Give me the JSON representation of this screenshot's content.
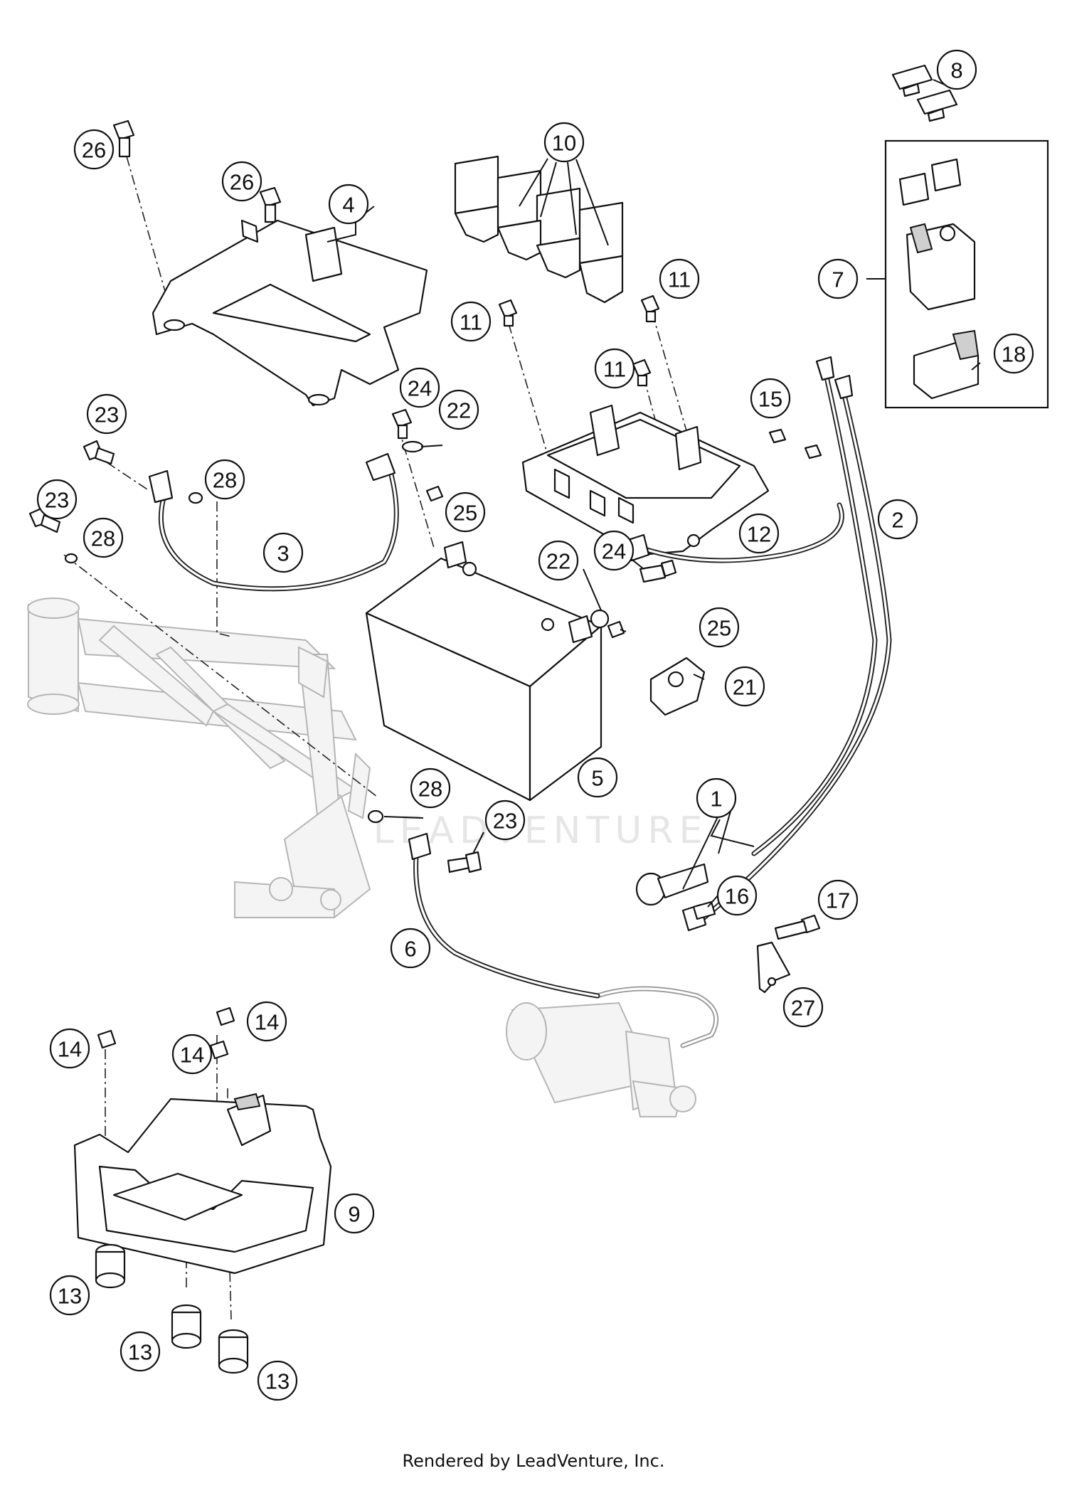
{
  "watermark": "LEADVENTURE",
  "footer": "Rendered by LeadVenture, Inc.",
  "callouts": [
    {
      "id": "c8",
      "label": "8"
    },
    {
      "id": "c10",
      "label": "10"
    },
    {
      "id": "c26a",
      "label": "26"
    },
    {
      "id": "c26b",
      "label": "26"
    },
    {
      "id": "c4",
      "label": "4"
    },
    {
      "id": "c7",
      "label": "7"
    },
    {
      "id": "c11a",
      "label": "11"
    },
    {
      "id": "c11b",
      "label": "11"
    },
    {
      "id": "c11c",
      "label": "11"
    },
    {
      "id": "c18",
      "label": "18"
    },
    {
      "id": "c24a",
      "label": "24"
    },
    {
      "id": "c15",
      "label": "15"
    },
    {
      "id": "c23a",
      "label": "23"
    },
    {
      "id": "c22a",
      "label": "22"
    },
    {
      "id": "c28a",
      "label": "28"
    },
    {
      "id": "c23b",
      "label": "23"
    },
    {
      "id": "c25a",
      "label": "25"
    },
    {
      "id": "c2",
      "label": "2"
    },
    {
      "id": "c28b",
      "label": "28"
    },
    {
      "id": "c3",
      "label": "3"
    },
    {
      "id": "c22b",
      "label": "22"
    },
    {
      "id": "c24b",
      "label": "24"
    },
    {
      "id": "c12",
      "label": "12"
    },
    {
      "id": "c25b",
      "label": "25"
    },
    {
      "id": "c21",
      "label": "21"
    },
    {
      "id": "c5",
      "label": "5"
    },
    {
      "id": "c28c",
      "label": "28"
    },
    {
      "id": "c1",
      "label": "1"
    },
    {
      "id": "c23c",
      "label": "23"
    },
    {
      "id": "c16",
      "label": "16"
    },
    {
      "id": "c17",
      "label": "17"
    },
    {
      "id": "c6",
      "label": "6"
    },
    {
      "id": "c27",
      "label": "27"
    },
    {
      "id": "c14a",
      "label": "14"
    },
    {
      "id": "c14b",
      "label": "14"
    },
    {
      "id": "c14c",
      "label": "14"
    },
    {
      "id": "c9",
      "label": "9"
    },
    {
      "id": "c13a",
      "label": "13"
    },
    {
      "id": "c13b",
      "label": "13"
    },
    {
      "id": "c13c",
      "label": "13"
    }
  ]
}
